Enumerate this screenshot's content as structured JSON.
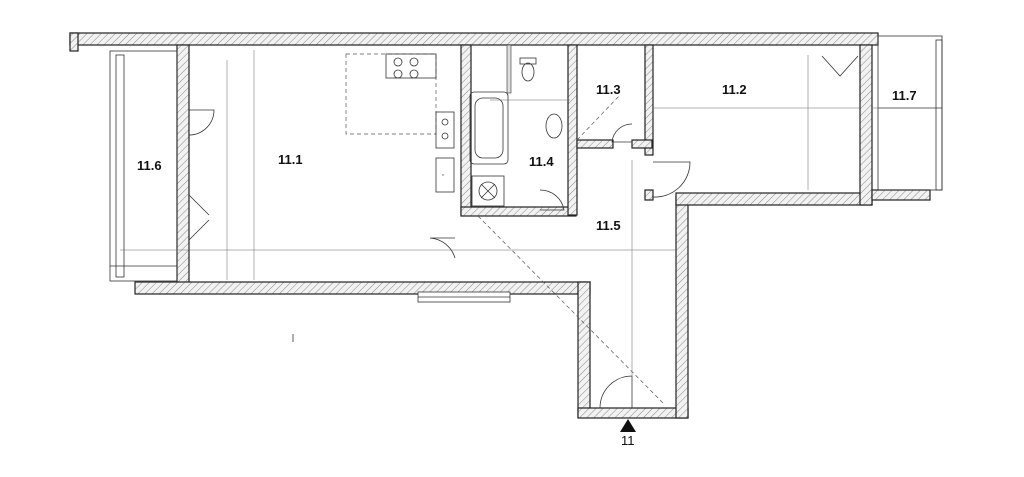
{
  "rooms": {
    "r11_1": "11.1",
    "r11_2": "11.2",
    "r11_3": "11.3",
    "r11_4": "11.4",
    "r11_5": "11.5",
    "r11_6": "11.6",
    "r11_7": "11.7"
  },
  "entrance": {
    "label": "11"
  },
  "colors": {
    "wall_stroke": "#222222",
    "background": "#ffffff"
  }
}
